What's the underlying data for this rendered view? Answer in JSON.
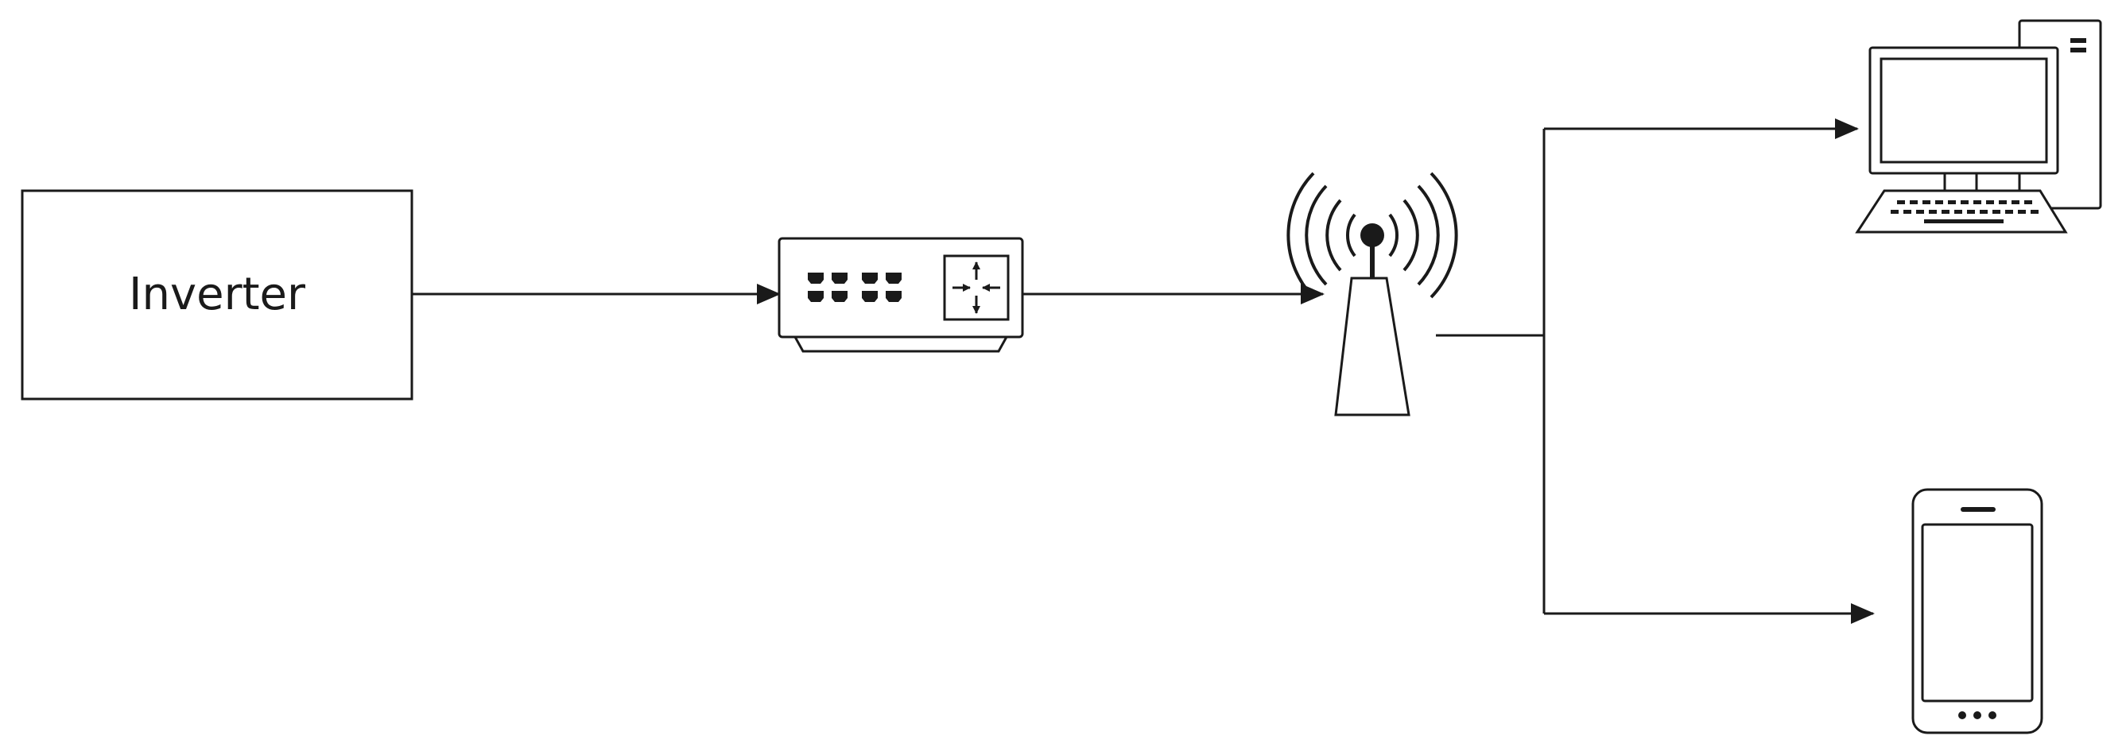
{
  "diagram": {
    "inverter_label": "Inverter",
    "nodes": [
      {
        "id": "inverter",
        "kind": "box"
      },
      {
        "id": "switch",
        "icon": "network-switch-icon"
      },
      {
        "id": "antenna",
        "icon": "antenna-tower-icon"
      },
      {
        "id": "computer",
        "icon": "desktop-computer-icon"
      },
      {
        "id": "phone",
        "icon": "smartphone-icon"
      }
    ],
    "edges": [
      {
        "from": "inverter",
        "to": "switch"
      },
      {
        "from": "switch",
        "to": "antenna"
      },
      {
        "from": "antenna",
        "to": "computer"
      },
      {
        "from": "antenna",
        "to": "phone"
      }
    ],
    "colors": {
      "stroke": "#1a1a1a",
      "background": "#ffffff"
    }
  }
}
